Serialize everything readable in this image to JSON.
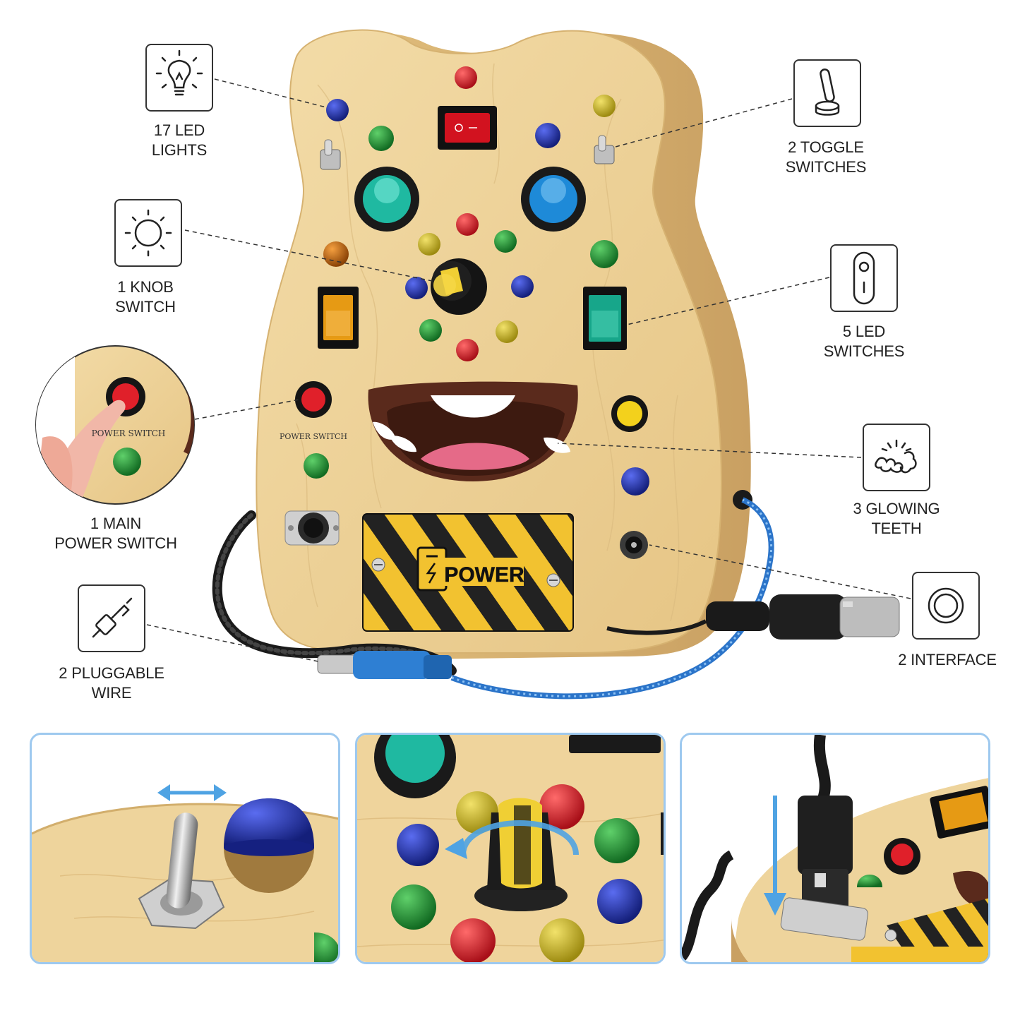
{
  "features": [
    {
      "id": "led",
      "icon": "light-bulb-icon",
      "lines": [
        "17 LED",
        "LIGHTS"
      ]
    },
    {
      "id": "toggle",
      "icon": "toggle-switch-icon",
      "lines": [
        "2 TOGGLE",
        "SWITCHES"
      ]
    },
    {
      "id": "knob",
      "icon": "sun-knob-icon",
      "lines": [
        "1 KNOB",
        "SWITCH"
      ]
    },
    {
      "id": "ledswitch",
      "icon": "rocker-switch-icon",
      "lines": [
        "5 LED",
        "SWITCHES"
      ]
    },
    {
      "id": "power",
      "icon": "finger-press-icon",
      "lines": [
        "1 MAIN",
        "POWER SWITCH"
      ]
    },
    {
      "id": "teeth",
      "icon": "teeth-icon",
      "lines": [
        "3 GLOWING",
        "TEETH"
      ]
    },
    {
      "id": "wire",
      "icon": "plug-wire-icon",
      "lines": [
        "2 PLUGGABLE",
        "WIRE"
      ]
    },
    {
      "id": "interface",
      "icon": "socket-ring-icon",
      "lines": [
        "2 INTERFACE"
      ]
    }
  ],
  "board": {
    "power_switch_label": "POWER SWITCH",
    "power_plate_label": "POWER"
  },
  "colors": {
    "wood": "#efd49a",
    "led_red": "#c8141e",
    "led_green": "#1f8a2e",
    "led_blue": "#1d2a9a",
    "led_yellow": "#c9b21a",
    "led_orange": "#c56a10",
    "panel_border": "#9ec9ef",
    "arrow_blue": "#4fa3e3",
    "cable_blue": "#2b74c9"
  }
}
